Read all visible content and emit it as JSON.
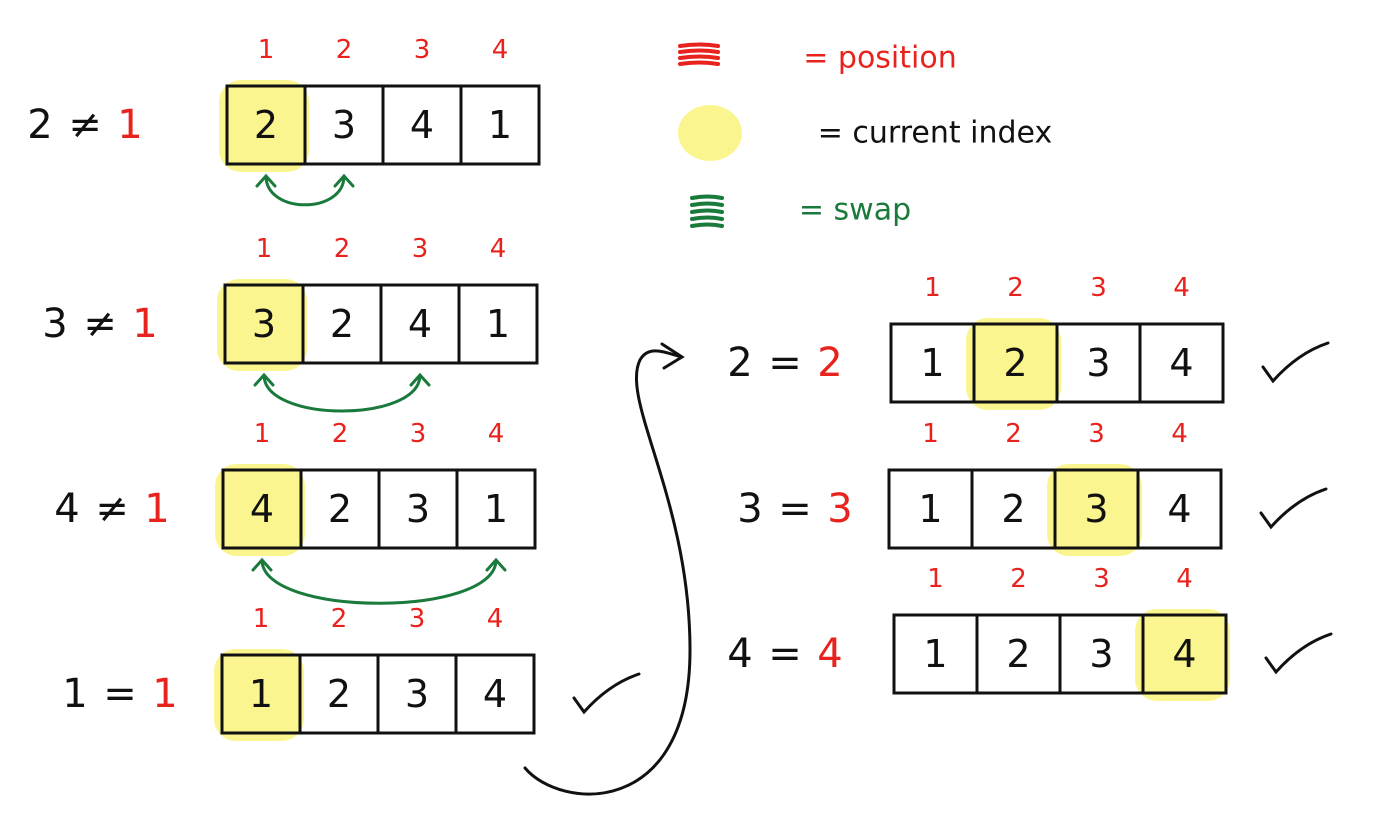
{
  "colors": {
    "position": "#e8231e",
    "highlight": "#fbf58f",
    "swap": "#1a7a3c",
    "ink": "#111111"
  },
  "legend": {
    "position_label": "= position",
    "current_label": "= current index",
    "swap_label": "= swap"
  },
  "rows": [
    {
      "cmp_left": "2",
      "cmp_op": "≠",
      "cmp_right": "1",
      "positions": [
        "1",
        "2",
        "3",
        "4"
      ],
      "cells": [
        "2",
        "3",
        "4",
        "1"
      ],
      "highlight": 0,
      "swap": [
        0,
        1
      ],
      "check": false
    },
    {
      "cmp_left": "3",
      "cmp_op": "≠",
      "cmp_right": "1",
      "positions": [
        "1",
        "2",
        "3",
        "4"
      ],
      "cells": [
        "3",
        "2",
        "4",
        "1"
      ],
      "highlight": 0,
      "swap": [
        0,
        2
      ],
      "check": false
    },
    {
      "cmp_left": "4",
      "cmp_op": "≠",
      "cmp_right": "1",
      "positions": [
        "1",
        "2",
        "3",
        "4"
      ],
      "cells": [
        "4",
        "2",
        "3",
        "1"
      ],
      "highlight": 0,
      "swap": [
        0,
        3
      ],
      "check": false
    },
    {
      "cmp_left": "1",
      "cmp_op": "=",
      "cmp_right": "1",
      "positions": [
        "1",
        "2",
        "3",
        "4"
      ],
      "cells": [
        "1",
        "2",
        "3",
        "4"
      ],
      "highlight": 0,
      "swap": null,
      "check": true
    },
    {
      "cmp_left": "2",
      "cmp_op": "=",
      "cmp_right": "2",
      "positions": [
        "1",
        "2",
        "3",
        "4"
      ],
      "cells": [
        "1",
        "2",
        "3",
        "4"
      ],
      "highlight": 1,
      "swap": null,
      "check": true
    },
    {
      "cmp_left": "3",
      "cmp_op": "=",
      "cmp_right": "3",
      "positions": [
        "1",
        "2",
        "3",
        "4"
      ],
      "cells": [
        "1",
        "2",
        "3",
        "4"
      ],
      "highlight": 2,
      "swap": null,
      "check": true
    },
    {
      "cmp_left": "4",
      "cmp_op": "=",
      "cmp_right": "4",
      "positions": [
        "1",
        "2",
        "3",
        "4"
      ],
      "cells": [
        "1",
        "2",
        "3",
        "4"
      ],
      "highlight": 3,
      "swap": null,
      "check": true
    }
  ]
}
